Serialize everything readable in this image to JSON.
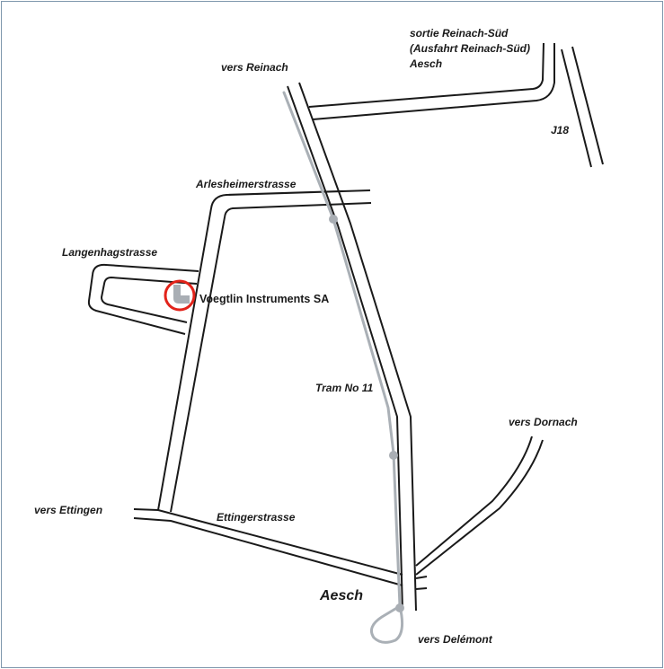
{
  "labels": {
    "vers_reinach": "vers Reinach",
    "sortie_line1": "sortie Reinach-Süd",
    "sortie_line2": "(Ausfahrt Reinach-Süd)",
    "sortie_line3": "Aesch",
    "j18": "J18",
    "arlesheimerstrasse": "Arlesheimerstrasse",
    "langenhagstrasse": "Langenhagstrasse",
    "voegtlin": "Voegtlin Instruments SA",
    "tram": "Tram No 11",
    "vers_dornach": "vers Dornach",
    "vers_ettingen": "vers Ettingen",
    "ettingerstrasse": "Ettingerstrasse",
    "aesch": "Aesch",
    "vers_delemont": "vers Delémont"
  },
  "colors": {
    "road": "#1a1a1a",
    "tram": "#aab0b6",
    "marker": "#e2231a",
    "logo": "#a9aeb4",
    "border": "#7f97ad"
  },
  "icons": {
    "location_marker": "voegtlin-logo-icon"
  }
}
